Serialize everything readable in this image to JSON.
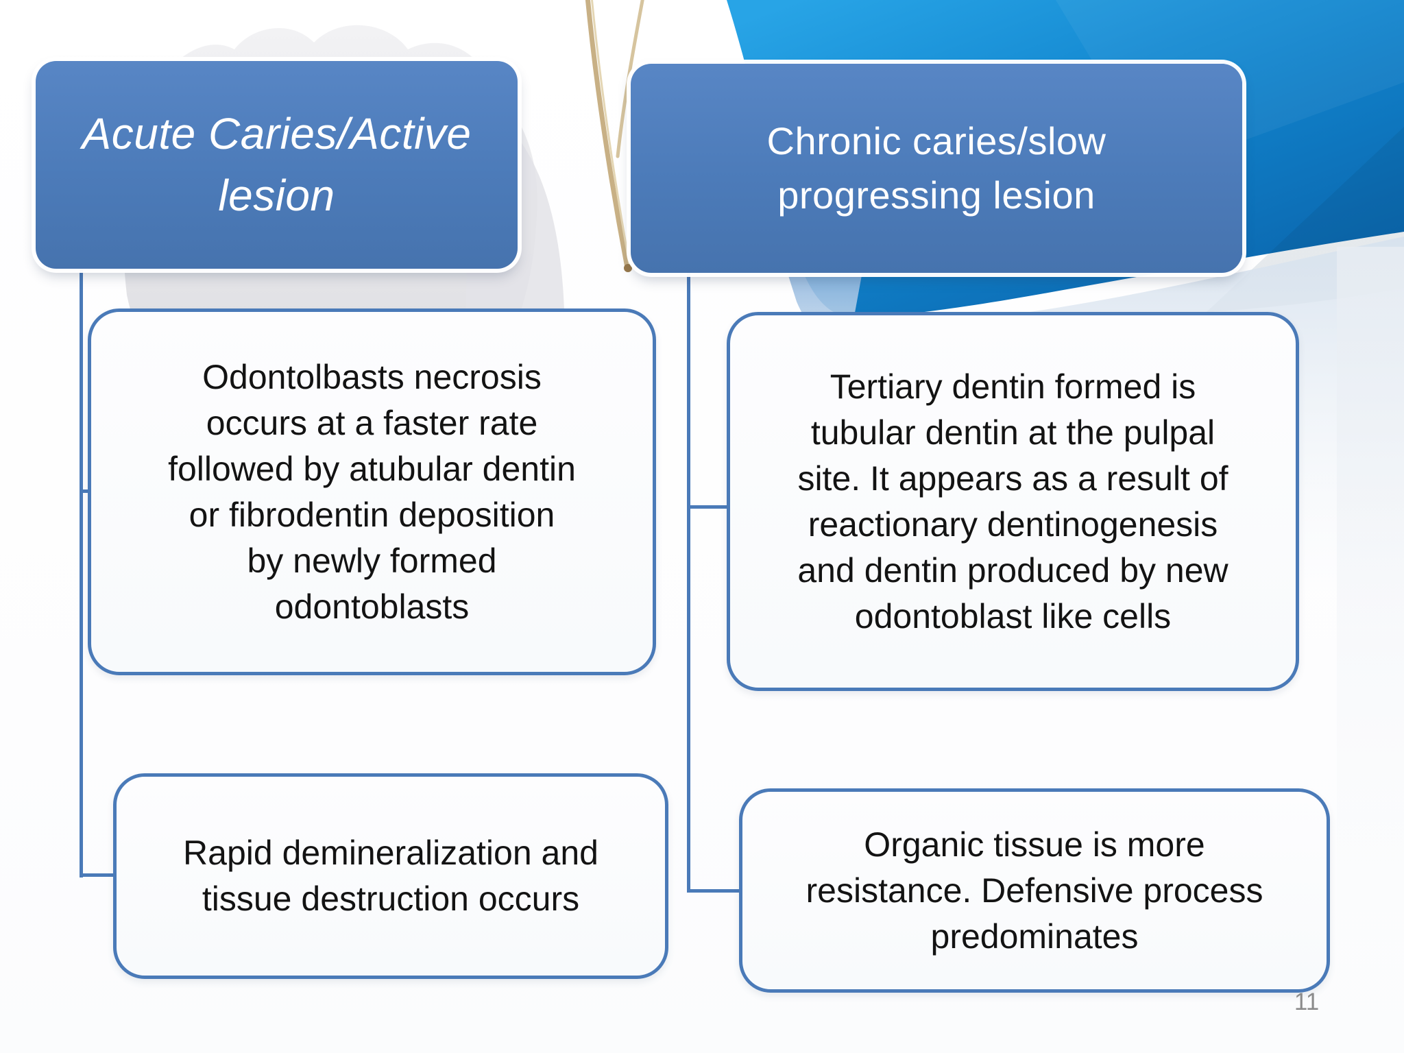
{
  "slide": {
    "page_number": "11",
    "columns": [
      {
        "header": "Acute Caries/Active\nlesion",
        "children": [
          "Odontolbasts necrosis\noccurs at a faster rate\nfollowed by atubular dentin\nor fibrodentin deposition\nby newly formed\nodontoblasts",
          "Rapid demineralization and\ntissue destruction occurs"
        ]
      },
      {
        "header": "Chronic caries/slow\nprogressing lesion",
        "children": [
          "Tertiary dentin formed is\ntubular dentin at the pulpal\nsite. It appears as a result of\nreactionary dentinogenesis\nand dentin produced by new\nodontoblast like cells",
          "Organic tissue is more\nresistance. Defensive process\npredominates"
        ]
      }
    ],
    "decorations": {
      "tooth": "molar-tooth-photo",
      "instrument": "dental-probe-photo",
      "swoosh": "blue-swoosh-graphic"
    },
    "colors": {
      "header_fill": "#4d7cba",
      "box_border": "#4a7ab8",
      "box_fill": "#fbfcfe",
      "swoosh_light": "#28a4e6",
      "swoosh_dark": "#0a61a8",
      "band": "#d9e3ee",
      "page_number": "#8b8b8b"
    }
  }
}
